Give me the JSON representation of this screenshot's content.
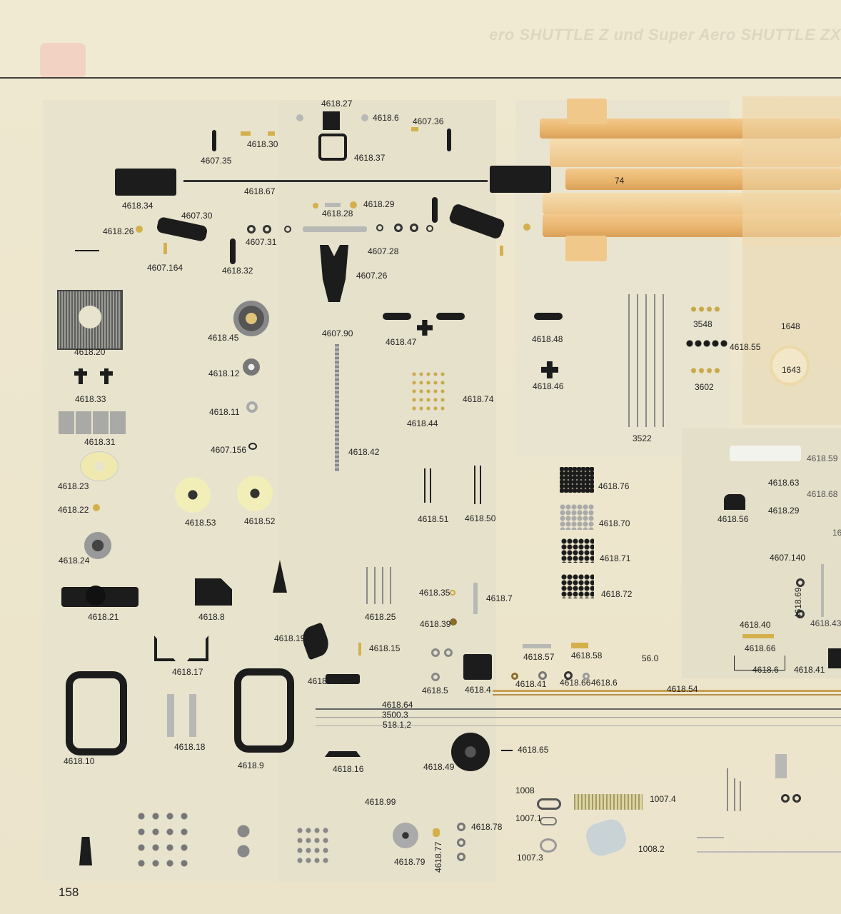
{
  "header": {
    "title": "ero SHUTTLE Z und Super Aero SHUTTLE ZX"
  },
  "page_number": "158",
  "labels": [
    {
      "id": "p4618_27",
      "text": "4618.27"
    },
    {
      "id": "p4618_6a",
      "text": "4618.6"
    },
    {
      "id": "p4607_36",
      "text": "4607.36"
    },
    {
      "id": "p4618_30",
      "text": "4618.30"
    },
    {
      "id": "p4607_35",
      "text": "4607.35"
    },
    {
      "id": "p4618_37",
      "text": "4618.37"
    },
    {
      "id": "p4618_67",
      "text": "4618.67"
    },
    {
      "id": "p74",
      "text": "74"
    },
    {
      "id": "p4618_34",
      "text": "4618.34"
    },
    {
      "id": "p4618_28",
      "text": "4618.28"
    },
    {
      "id": "p4618_29a",
      "text": "4618.29"
    },
    {
      "id": "p4607_30",
      "text": "4607.30"
    },
    {
      "id": "p4618_26",
      "text": "4618.26"
    },
    {
      "id": "p4607_31",
      "text": "4607.31"
    },
    {
      "id": "p4607_28",
      "text": "4607.28"
    },
    {
      "id": "p4607_164",
      "text": "4607.164"
    },
    {
      "id": "p4618_32",
      "text": "4618.32"
    },
    {
      "id": "p4607_26",
      "text": "4607.26"
    },
    {
      "id": "p4618_20",
      "text": "4618.20"
    },
    {
      "id": "p4618_45",
      "text": "4618.45"
    },
    {
      "id": "p4607_90",
      "text": "4607.90"
    },
    {
      "id": "p4618_47",
      "text": "4618.47"
    },
    {
      "id": "p4618_48",
      "text": "4618.48"
    },
    {
      "id": "p3548",
      "text": "3548"
    },
    {
      "id": "p1648",
      "text": "1648"
    },
    {
      "id": "p4618_55",
      "text": "4618.55"
    },
    {
      "id": "p4618_12",
      "text": "4618.12"
    },
    {
      "id": "p4618_33",
      "text": "4618.33"
    },
    {
      "id": "p4618_46",
      "text": "4618.46"
    },
    {
      "id": "p3602",
      "text": "3602"
    },
    {
      "id": "p1643",
      "text": "1643"
    },
    {
      "id": "p4618_74",
      "text": "4618.74"
    },
    {
      "id": "p4618_11",
      "text": "4618.11"
    },
    {
      "id": "p4618_44",
      "text": "4618.44"
    },
    {
      "id": "p4618_31",
      "text": "4618.31"
    },
    {
      "id": "p3522",
      "text": "3522"
    },
    {
      "id": "p4607_156",
      "text": "4607.156"
    },
    {
      "id": "p4618_42",
      "text": "4618.42"
    },
    {
      "id": "p4618_59",
      "text": "4618.59"
    },
    {
      "id": "p4618_23",
      "text": "4618.23"
    },
    {
      "id": "p4618_63",
      "text": "4618.63"
    },
    {
      "id": "p4618_76",
      "text": "4618.76"
    },
    {
      "id": "p4618_68",
      "text": "4618.68"
    },
    {
      "id": "p4618_22",
      "text": "4618.22"
    },
    {
      "id": "p4618_53",
      "text": "4618.53"
    },
    {
      "id": "p4618_52",
      "text": "4618.52"
    },
    {
      "id": "p4618_51",
      "text": "4618.51"
    },
    {
      "id": "p4618_50",
      "text": "4618.50"
    },
    {
      "id": "p4618_70",
      "text": "4618.70"
    },
    {
      "id": "p4618_56",
      "text": "4618.56"
    },
    {
      "id": "p4618_29b",
      "text": "4618.29"
    },
    {
      "id": "p4618_24",
      "text": "4618.24"
    },
    {
      "id": "p4618_71",
      "text": "4618.71"
    },
    {
      "id": "p4607_140",
      "text": "4607.140"
    },
    {
      "id": "p4618_35",
      "text": "4618.35"
    },
    {
      "id": "p4618_72",
      "text": "4618.72"
    },
    {
      "id": "p4618_7",
      "text": "4618.7"
    },
    {
      "id": "p4618_21",
      "text": "4618.21"
    },
    {
      "id": "p4618_8",
      "text": "4618.8"
    },
    {
      "id": "p4618_25",
      "text": "4618.25"
    },
    {
      "id": "p4618_39",
      "text": "4618.39"
    },
    {
      "id": "p4618_40",
      "text": "4618.40"
    },
    {
      "id": "p4618_43",
      "text": "4618.43"
    },
    {
      "id": "p4618_69",
      "text": "4618.69"
    },
    {
      "id": "p4618_19",
      "text": "4618.19"
    },
    {
      "id": "p4618_15",
      "text": "4618.15"
    },
    {
      "id": "p4618_66a",
      "text": "4618.66"
    },
    {
      "id": "p4618_57",
      "text": "4618.57"
    },
    {
      "id": "p4618_58",
      "text": "4618.58"
    },
    {
      "id": "p56_0",
      "text": "56.0"
    },
    {
      "id": "p4618_17",
      "text": "4618.17"
    },
    {
      "id": "p4618_6b",
      "text": "4618.6"
    },
    {
      "id": "p4618_41b",
      "text": "4618.41"
    },
    {
      "id": "p4618_14",
      "text": "4618.14"
    },
    {
      "id": "p4618_5",
      "text": "4618.5"
    },
    {
      "id": "p4618_4",
      "text": "4618.4"
    },
    {
      "id": "p4618_41a",
      "text": "4618.41"
    },
    {
      "id": "p4618_66b",
      "text": "4618.66"
    },
    {
      "id": "p4618_6c",
      "text": "4618.6"
    },
    {
      "id": "p4618_54",
      "text": "4618.54"
    },
    {
      "id": "p4618_64",
      "text": "4618.64"
    },
    {
      "id": "p3500_3",
      "text": "3500.3"
    },
    {
      "id": "p518_1_2",
      "text": "518.1,2"
    },
    {
      "id": "p4618_18",
      "text": "4618.18"
    },
    {
      "id": "p4618_10",
      "text": "4618.10"
    },
    {
      "id": "p4618_9",
      "text": "4618.9"
    },
    {
      "id": "p4618_16",
      "text": "4618.16"
    },
    {
      "id": "p4618_49",
      "text": "4618.49"
    },
    {
      "id": "p4618_65",
      "text": "4618.65"
    },
    {
      "id": "p1008",
      "text": "1008"
    },
    {
      "id": "p1007_4",
      "text": "1007.4"
    },
    {
      "id": "p1007_1",
      "text": "1007.1"
    },
    {
      "id": "p4618_99",
      "text": "4618.99"
    },
    {
      "id": "p4618_78",
      "text": "4618.78"
    },
    {
      "id": "p1007_3",
      "text": "1007.3"
    },
    {
      "id": "p1008_2",
      "text": "1008.2"
    },
    {
      "id": "p4618_79",
      "text": "4618.79"
    },
    {
      "id": "p4618_77",
      "text": "4618.77"
    },
    {
      "id": "p16",
      "text": "16"
    }
  ]
}
